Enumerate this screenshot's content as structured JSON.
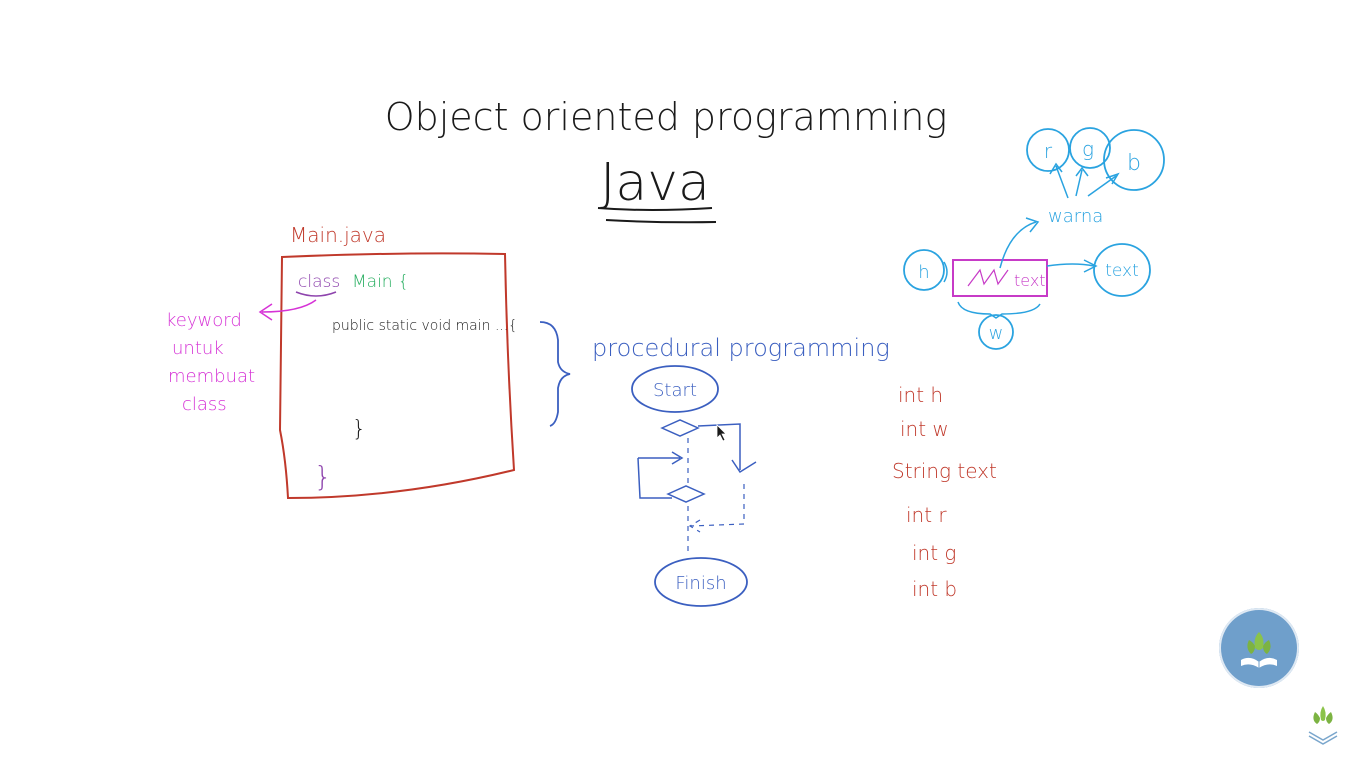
{
  "whiteboard": {
    "title_line1": "Object oriented programming",
    "title_line2": "Java",
    "file_label": "Main.java",
    "code_class_keyword": "class",
    "code_class_name": "Main {",
    "code_main_signature": "public static void main ...{",
    "code_inner_brace": "}",
    "code_outer_brace": "}",
    "keyword_note": [
      "keyword",
      "untuk",
      "membuat",
      "class"
    ],
    "procedural_label": "procedural programming",
    "flow_start": "Start",
    "flow_finish": "Finish",
    "oop_diagram": {
      "circle_r": "r",
      "circle_g": "g",
      "circle_b": "b",
      "warna": "warna",
      "circle_h": "h",
      "box_text": "text",
      "circle_text": "text",
      "circle_w": "w"
    },
    "variables": [
      "int h",
      "int w",
      "String text",
      "int r",
      "int g",
      "int b"
    ],
    "colors": {
      "title": "#1a1a1a",
      "box_red": "#c0392b",
      "class_keyword": "#8e44ad",
      "class_name": "#27ae60",
      "keyword_pink": "#d633d6",
      "procedural_blue": "#3b5fc0",
      "oop_cyan": "#2aa3e0",
      "oop_box_magenta": "#c73bc7",
      "variables_red": "#c0392b"
    }
  }
}
